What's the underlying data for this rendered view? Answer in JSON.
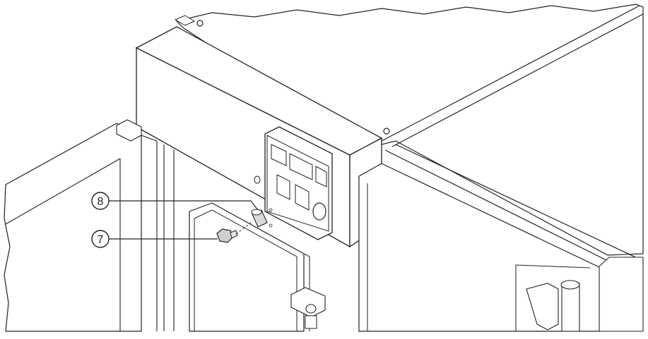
{
  "callouts": [
    {
      "id": "8",
      "label": "8",
      "part": "spacer-sleeve"
    },
    {
      "id": "7",
      "label": "7",
      "part": "hex-bolt"
    }
  ],
  "colors": {
    "stroke": "#222222",
    "panel_fill": "#ffffff",
    "shade_fill": "#e6e6e6",
    "dark_fill": "#bdbdbd"
  }
}
